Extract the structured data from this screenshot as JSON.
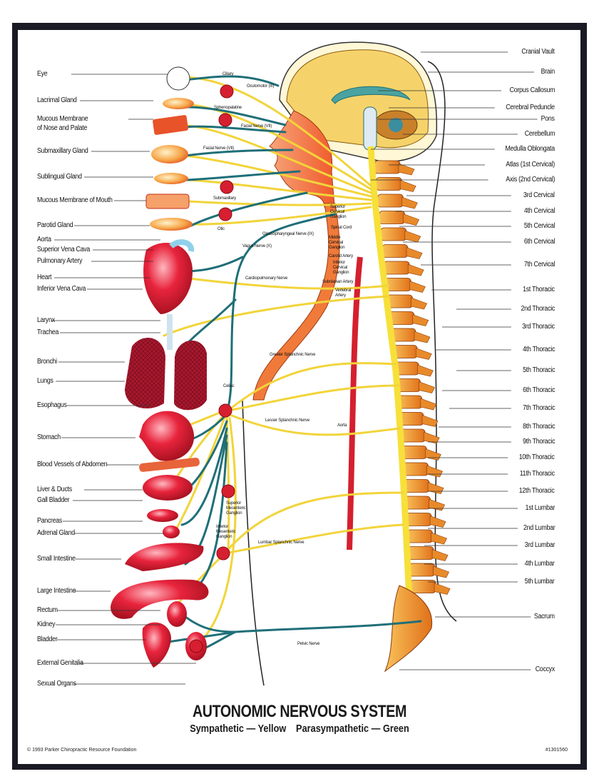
{
  "poster": {
    "title": "AUTONOMIC NERVOUS SYSTEM",
    "legend": {
      "sympathetic": "Sympathetic — Yellow",
      "parasympathetic": "Parasympathetic — Green",
      "sympathetic_color": "#f2d43a",
      "parasympathetic_color": "#1f6f78"
    },
    "copyright": "© 1993 Parker Chiropractic Resource Foundation",
    "catalog_number": "#1301560"
  },
  "organ_labels": [
    "Eye",
    "Lacrimal Gland",
    "Mucous Membrane",
    "of Nose and Palate",
    "Submaxillary Gland",
    "Sublingual Gland",
    "Mucous Membrane of Mouth",
    "Parotid Gland",
    "Aorta",
    "Superior Vena Cava",
    "Pulmonary Artery",
    "Heart",
    "Inferior Vena Cava",
    "Larynx",
    "Trachea",
    "Bronchi",
    "Lungs",
    "Esophagus",
    "Stomach",
    "Blood Vessels of Abdomen",
    "Liver & Ducts",
    "Gall Bladder",
    "Pancreas",
    "Adrenal Gland",
    "Small Intestine",
    "Large Intestine",
    "Rectum",
    "Kidney",
    "Bladder",
    "External Genitalia",
    "Sexual Organs"
  ],
  "spine_labels": [
    "Cranial Vault",
    "Brain",
    "Corpus Callosum",
    "Cerebral Peduncle",
    "Pons",
    "Cerebellum",
    "Medulla Oblongata",
    "Atlas (1st Cervical)",
    "Axis (2nd Cervical)",
    "3rd Cervical",
    "4th Cervical",
    "5th Cervical",
    "6th Cervical",
    "7th Cervical",
    "1st Thoracic",
    "2nd Thoracic",
    "3rd Thoracic",
    "4th Thoracic",
    "5th Thoracic",
    "6th Thoracic",
    "7th Thoracic",
    "8th Thoracic",
    "9th Thoracic",
    "10th Thoracic",
    "11th Thoracic",
    "12th Thoracic",
    "1st Lumbar",
    "2nd Lumbar",
    "3rd Lumbar",
    "4th Lumbar",
    "5th Lumbar",
    "Sacrum",
    "Coccyx"
  ],
  "inner_labels": {
    "ciliary": "Ciliary",
    "oculomotor": "Oculomotor (III)",
    "sphenopalatine": "Sphenopalatine",
    "facial_nerve_1": "Facial Nerve (VII)",
    "facial_nerve_2": "Facial Nerve (VII)",
    "submaxillary": "Submaxillary",
    "otic": "Otic",
    "glossopharyngeal": "Glossopharyngeal Nerve (IX)",
    "vagus": "Vagus Nerve (X)",
    "superior_cervical_ganglion": [
      "Superior",
      "Cervical",
      "Ganglion"
    ],
    "spinal_cord": "Spinal Cord",
    "middle_cervical_ganglion": [
      "Middle",
      "Cervical",
      "Ganglion"
    ],
    "carotid_artery": "Carotid Artery",
    "inferior_cervical_ganglion": [
      "Inferior",
      "Cervical",
      "Ganglion"
    ],
    "subclavian_artery": "Subclavian Artery",
    "vertebral_artery": [
      "Vertebral",
      "Artery"
    ],
    "cardiopulmonary": "Cardiopulmonary Nerve",
    "greater_splanchnic": "Greater Splanchnic Nerve",
    "celiac": "Celiac",
    "lesser_splanchnic": "Lesser Splanchnic Nerve",
    "aorta": "Aorta",
    "superior_mesenteric_ganglion": [
      "Superior",
      "Mesenteric",
      "Ganglion"
    ],
    "inferior_mesenteric_ganglion": [
      "Inferior",
      "Mesenteric",
      "Ganglion"
    ],
    "lumbar_splanchnic": "Lumbar Splanchnic Nerve",
    "pelvic": "Pelvic Nerve"
  }
}
